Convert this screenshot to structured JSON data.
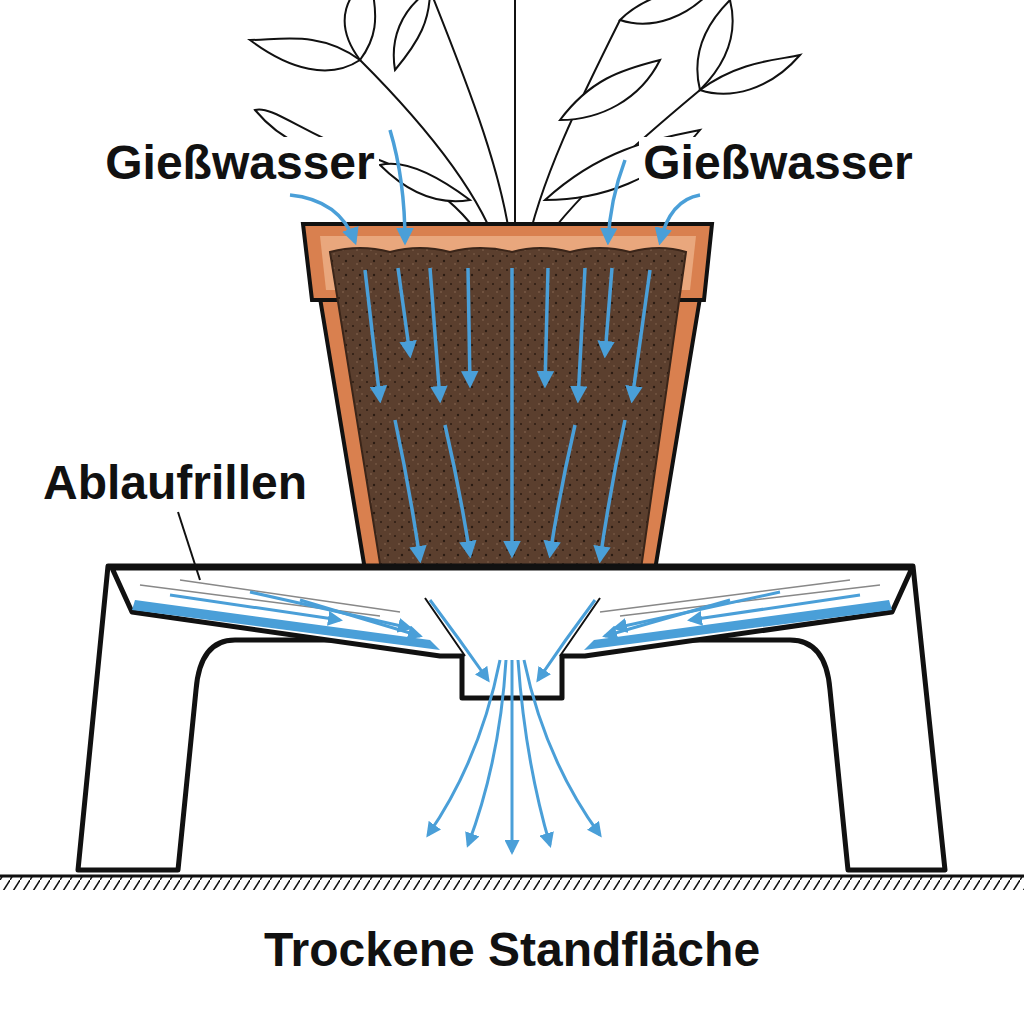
{
  "diagram": {
    "labels": [
      "Gießwasser",
      "Gießwasser",
      "Ablaufrillen",
      "Trockene Standfläche"
    ]
  }
}
